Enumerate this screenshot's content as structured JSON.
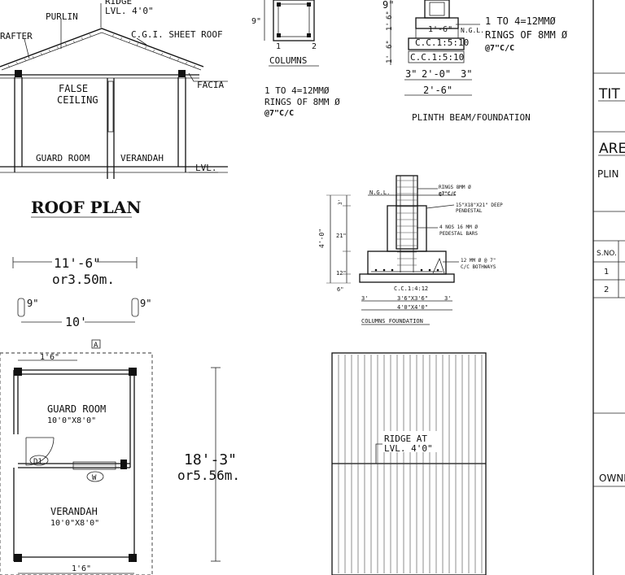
{
  "roof_section": {
    "ridge": "RIDGE",
    "ridge_level": "LVL. 4'0\"",
    "purlin": "PURLIN",
    "rafter": "RAFTER",
    "cgi_sheet": "C.G.I. SHEET ROOF",
    "facia": "FACIA",
    "false_ceiling_1": "FALSE",
    "false_ceiling_2": "CEILING",
    "guard_room": "GUARD ROOM",
    "verandah": "VERANDAH",
    "lvl": "LVL."
  },
  "roof_plan": {
    "title": "ROOF PLAN",
    "width_ft": "11'-6\"",
    "width_m": "or3.50m.",
    "overhang_left": "9\"",
    "overhang_right": "9\"",
    "inner_width": "10'",
    "ridge_1": "RIDGE AT",
    "ridge_2": "LVL. 4'0\""
  },
  "columns": {
    "dim_9": "9\"",
    "bar_1": "1",
    "bar_2": "2",
    "title": "COLUMNS",
    "note_1": "1 TO 4=12MMØ",
    "note_2": "RINGS OF 8MM Ø",
    "note_3": "@7\"C/C"
  },
  "plinth_beam": {
    "dim_9": "9\"",
    "dim_1_6": "1'-6\"",
    "dim_6": "6\"",
    "dim_1": "1'",
    "dim_6b": "6\"",
    "dim_1b": "1'",
    "ngl": "N.G.L.",
    "cc_1": "C.C.1:5:10",
    "cc_2": "C.C.1:5:10",
    "dim_3a": "3\"",
    "dim_2_0": "2'-0\"",
    "dim_3b": "3\"",
    "dim_2_6": "2'-6\"",
    "note_1": "1 TO 4=12MMØ",
    "note_2": "RINGS OF 8MM Ø",
    "note_3": "@7\"C/C",
    "title": "PLINTH BEAM/FOUNDATION"
  },
  "column_foundation": {
    "ngl": "N.G.L.",
    "rings": "RINGS 8MM Ø",
    "rings_spacing": "@7\"C/C",
    "pedestal_1": "15\"X18\"X21\" DEEP",
    "pedestal_2": "PENDESTAL",
    "bars_1": "4 NOS 16 MM Ø",
    "bars_2": "PEDESTAL BARS",
    "mesh_1": "12 MM Ø @ 7\"",
    "mesh_2": "C/C BOTHWAYS",
    "dim_4_0": "4'-0\"",
    "dim_21": "21\"",
    "dim_12": "12\"",
    "dim_6": "6\"",
    "dim_3ft": "3'",
    "cc": "C.C.1:4:12",
    "dim_36": "3'6\"X3'6\"",
    "dim_40": "4'0\"X4'0\"",
    "dim_l": "3'",
    "dim_r": "3'",
    "title": "COLUMNS FOUNDATION"
  },
  "floor_plan": {
    "section_marker": "A",
    "dim_top": "1'6\"",
    "dim_bottom": "1'6\"",
    "guard_room": "GUARD ROOM",
    "guard_room_size": "10'0\"X8'0\"",
    "verandah": "VERANDAH",
    "verandah_size": "10'0\"X8'0\"",
    "door": "D1",
    "window": "W",
    "height_ft": "18'-3\"",
    "height_m": "or5.56m."
  },
  "title_block": {
    "title": "TIT",
    "area": "ARE",
    "plinth": "PLIN",
    "sno": "S.NO.",
    "row_1": "1",
    "row_2": "2",
    "owner": "OWNI"
  }
}
